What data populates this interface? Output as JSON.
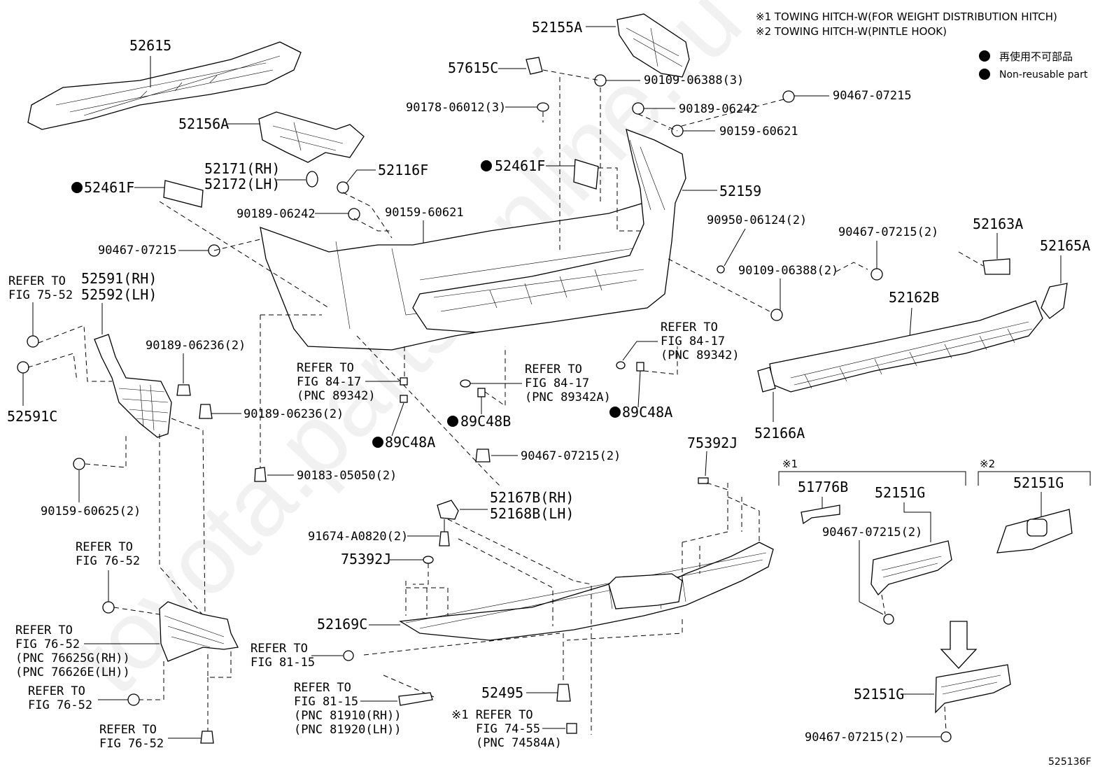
{
  "notes": {
    "note1": "※1 TOWING HITCH-W(FOR WEIGHT DISTRIBUTION HITCH)",
    "note2": "※2 TOWING HITCH-W(PINTLE HOOK)",
    "legend_jp": "再使用不可部品",
    "legend_en": "Non-reusable part",
    "figure_id": "525136F",
    "watermark": "toyota.parts-online.ru"
  },
  "labels": {
    "p52615": "52615",
    "p52156A": "52156A",
    "p52171": "52171(RH)",
    "p52172": "52172(LH)",
    "p52116F": "52116F",
    "p52461F_left": "52461F",
    "p90189_06242_left": "90189-06242",
    "p90159_60621_left": "90159-60621",
    "p90467_07215_left": "90467-07215",
    "refer_75_52_a": "REFER TO",
    "refer_75_52_b": "FIG 75-52",
    "p52591": "52591(RH)",
    "p52592": "52592(LH)",
    "p90189_06236_a": "90189-06236(2)",
    "p52591C": "52591C",
    "p90189_06236_b": "90189-06236(2)",
    "p90159_60625": "90159-60625(2)",
    "p90183_05050": "90183-05050(2)",
    "refer_84_17_a1": "REFER TO",
    "refer_84_17_a2": "FIG 84-17",
    "refer_84_17_a3": "(PNC 89342)",
    "p89C48A_left": "89C48A",
    "p52155A": "52155A",
    "p57615C": "57615C",
    "p90109_06388_top": "90109-06388(3)",
    "p90178_06012": "90178-06012(3)",
    "p90189_06242_right": "90189-06242",
    "p90467_07215_top": "90467-07215",
    "p90159_60621_right": "90159-60621",
    "p52461F_mid": "52461F",
    "p52159": "52159",
    "p90950_06124": "90950-06124(2)",
    "p90109_06388_mid": "90109-06388(2)",
    "p90467_07215_2": "90467-07215(2)",
    "p52163A": "52163A",
    "p52165A": "52165A",
    "p52162B": "52162B",
    "p52166A": "52166A",
    "refer_84_17_b1": "REFER TO",
    "refer_84_17_b2": "FIG 84-17",
    "refer_84_17_b3": "(PNC 89342)",
    "refer_84_17_c1": "REFER TO",
    "refer_84_17_c2": "FIG 84-17",
    "refer_84_17_c3": "(PNC 89342A)",
    "p89C48B": "89C48B",
    "p89C48A_right": "89C48A",
    "p90467_07215_mid": "90467-07215(2)",
    "p52167B": "52167B(RH)",
    "p52168B": "52168B(LH)",
    "p91674": "91674-A0820(2)",
    "p75392J_left": "75392J",
    "p75392J_right": "75392J",
    "p52169C": "52169C",
    "refer_76_52_a1": "REFER TO",
    "refer_76_52_a2": "FIG 76-52",
    "refer_76_52_b1": "REFER TO",
    "refer_76_52_b2": "FIG 76-52",
    "refer_76_52_b3": "(PNC 76625G(RH))",
    "refer_76_52_b4": "(PNC 76626E(LH))",
    "refer_76_52_c1": "REFER TO",
    "refer_76_52_c2": "FIG 76-52",
    "refer_76_52_d1": "REFER TO",
    "refer_76_52_d2": "FIG 76-52",
    "refer_81_15_a1": "REFER TO",
    "refer_81_15_a2": "FIG 81-15",
    "refer_81_15_b1": "REFER TO",
    "refer_81_15_b2": "FIG 81-15",
    "refer_81_15_b3": "(PNC 81910(RH))",
    "refer_81_15_b4": "(PNC 81920(LH))",
    "p52495": "52495",
    "refer_74_55_1": "※1 REFER TO",
    "refer_74_55_2": "FIG 74-55",
    "refer_74_55_3": "(PNC 74584A)",
    "mark1": "※1",
    "mark2": "※2",
    "p51776B": "51776B",
    "p52151G_a": "52151G",
    "p52151G_b": "52151G",
    "p52151G_c": "52151G",
    "p90467_07215_box": "90467-07215(2)",
    "p90467_07215_bottom": "90467-07215(2)"
  }
}
